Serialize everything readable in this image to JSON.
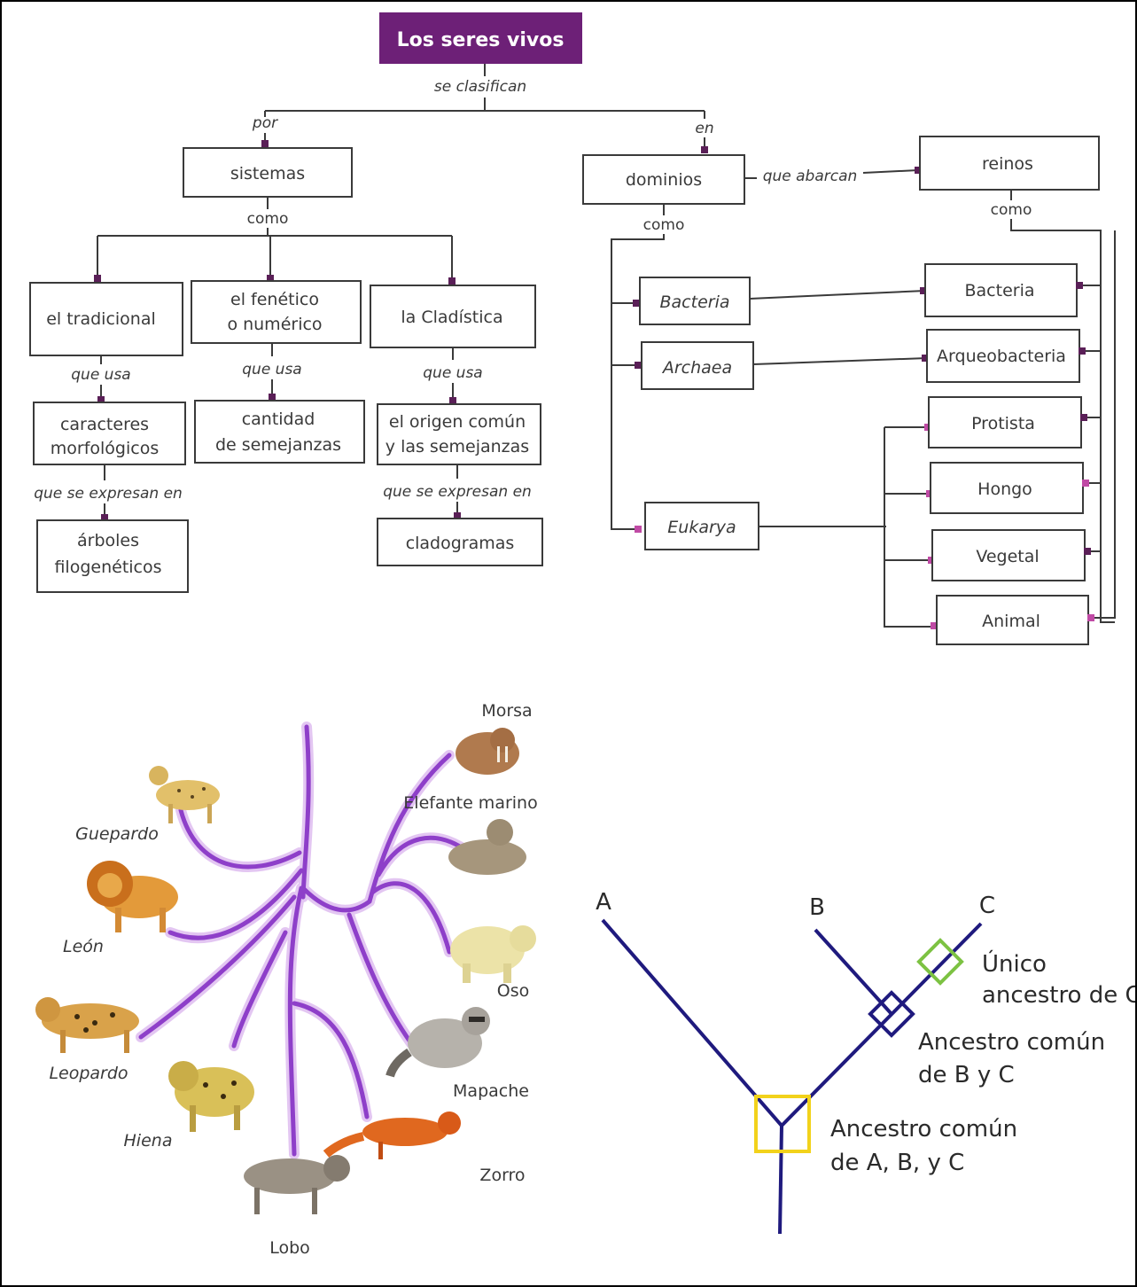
{
  "concept_map": {
    "title": "Los seres vivos",
    "link_se_clasifican": "se clasifican",
    "link_por": "por",
    "link_en": "en",
    "sistemas": "sistemas",
    "sistemas_como": "como",
    "tradicional": "el tradicional",
    "fenetico_line1": "el fenético",
    "fenetico_line2": "o numérico",
    "cladistica": "la Cladística",
    "que_usa": "que usa",
    "caracteres_line1": "caracteres",
    "caracteres_line2": "morfológicos",
    "cantidad_line1": "cantidad",
    "cantidad_line2": "de semejanzas",
    "origen_line1": "el origen común",
    "origen_line2": "y las semejanzas",
    "que_se_expresan_en": "que se expresan en",
    "arboles_line1": "árboles",
    "arboles_line2": "filogenéticos",
    "cladogramas": "cladogramas",
    "dominios": "dominios",
    "que_abarcan": "que abarcan",
    "reinos": "reinos",
    "dominios_como": "como",
    "reinos_como": "como",
    "domain_bacteria": "Bacteria",
    "domain_archaea": "Archaea",
    "domain_eukarya": "Eukarya",
    "kingdoms": [
      "Bacteria",
      "Arqueobacteria",
      "Protista",
      "Hongo",
      "Vegetal",
      "Animal"
    ]
  },
  "animal_tree": {
    "labels": [
      "Morsa",
      "Elefante marino",
      "Guepardo",
      "León",
      "Oso",
      "Leopardo",
      "Mapache",
      "Hiena",
      "Zorro",
      "Lobo"
    ]
  },
  "cladogram": {
    "taxa": [
      "A",
      "B",
      "C"
    ],
    "unico_line1": "Único",
    "unico_line2": "ancestro de C",
    "bc_line1": "Ancestro común",
    "bc_line2": "de B y C",
    "abc_line1": "Ancestro común",
    "abc_line2": "de A, B, y C",
    "colors": {
      "branch": "#1f1a7e",
      "abc_marker": "#f2d21b",
      "bc_marker": "#1f1a7e",
      "c_marker": "#7cc242"
    }
  },
  "colors": {
    "title_bg": "#6d2077",
    "tree_branch": "#8e3fc9",
    "node_marker": "#5a1f57"
  }
}
